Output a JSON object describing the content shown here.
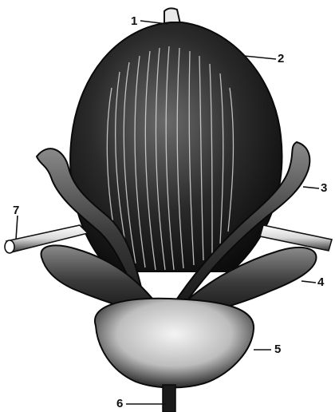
{
  "labels": [
    {
      "id": "1",
      "text": "1"
    },
    {
      "id": "2",
      "text": "2"
    },
    {
      "id": "3",
      "text": "3"
    },
    {
      "id": "4",
      "text": "4"
    },
    {
      "id": "5",
      "text": "5"
    },
    {
      "id": "6",
      "text": "6"
    },
    {
      "id": "7",
      "text": "7"
    }
  ],
  "colors": {
    "ink": "#111111",
    "background": "#ffffff",
    "highlight": "#f2f2f2"
  }
}
